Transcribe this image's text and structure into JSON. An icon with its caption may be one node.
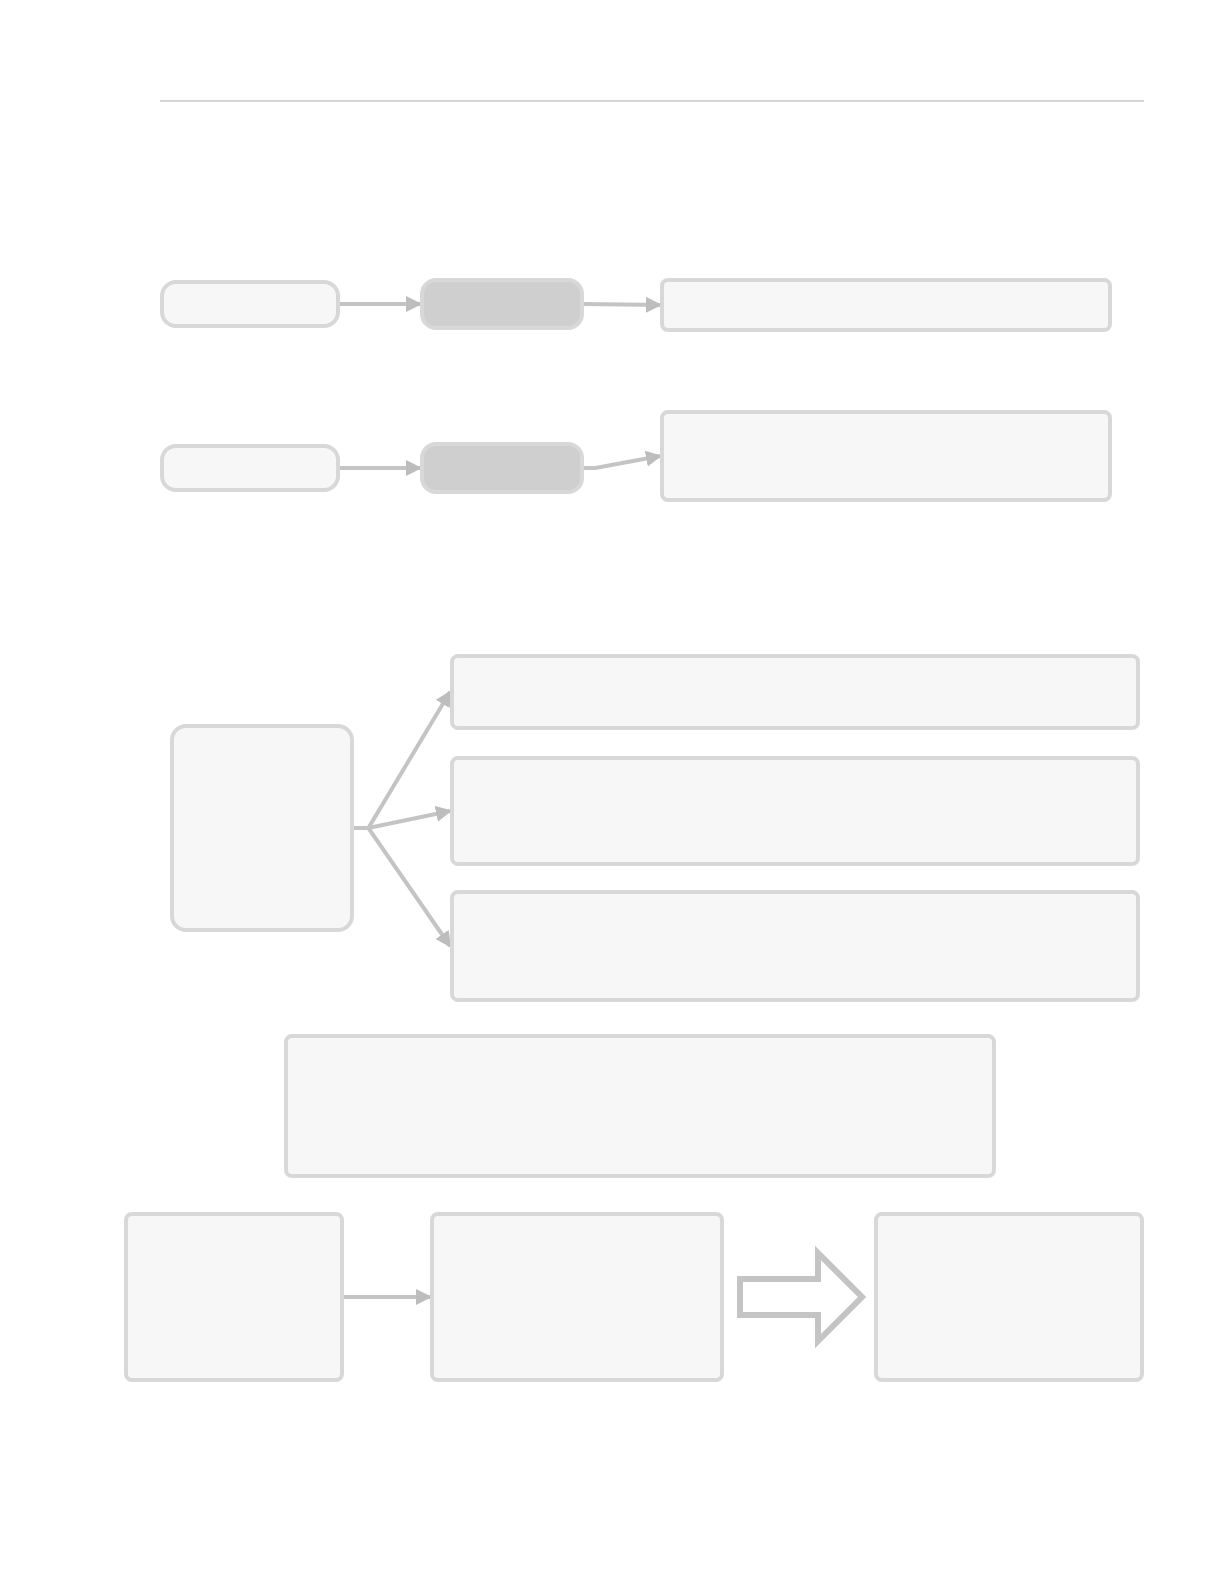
{
  "diagram": {
    "nodes": [
      {
        "text": [],
        "shape": "box"
      },
      {
        "text": [],
        "shape": "box"
      },
      {
        "text": [],
        "shape": "box"
      },
      {
        "text": [],
        "shape": "box"
      },
      {
        "text": [],
        "shape": "box"
      },
      {
        "text": [],
        "shape": "box"
      },
      {
        "text": [],
        "shape": "box"
      },
      {
        "text": [],
        "shape": "box"
      },
      {
        "text": [],
        "shape": "box"
      },
      {
        "text": [],
        "shape": "box"
      },
      {
        "text": [],
        "shape": "box"
      },
      {
        "text": [],
        "shape": "box"
      },
      {
        "text": [],
        "shape": "box"
      },
      {
        "text": [],
        "shape": "box"
      }
    ],
    "edges": [
      {
        "from": 0,
        "to": 1,
        "arrow": "to"
      },
      {
        "from": 1,
        "to": 2,
        "arrow": "to"
      },
      {
        "from": 3,
        "to": 4,
        "arrow": "to"
      },
      {
        "from": 4,
        "to": 5,
        "arrow": "to"
      },
      {
        "from": 6,
        "to": 7,
        "arrow": "to"
      },
      {
        "from": 6,
        "to": 8,
        "arrow": "to"
      },
      {
        "from": 6,
        "to": 9,
        "arrow": "to"
      },
      {
        "from": 11,
        "to": 12,
        "arrow": "to"
      },
      {
        "from": 12,
        "to": 13,
        "arrow": "to",
        "style": "thick"
      }
    ]
  }
}
